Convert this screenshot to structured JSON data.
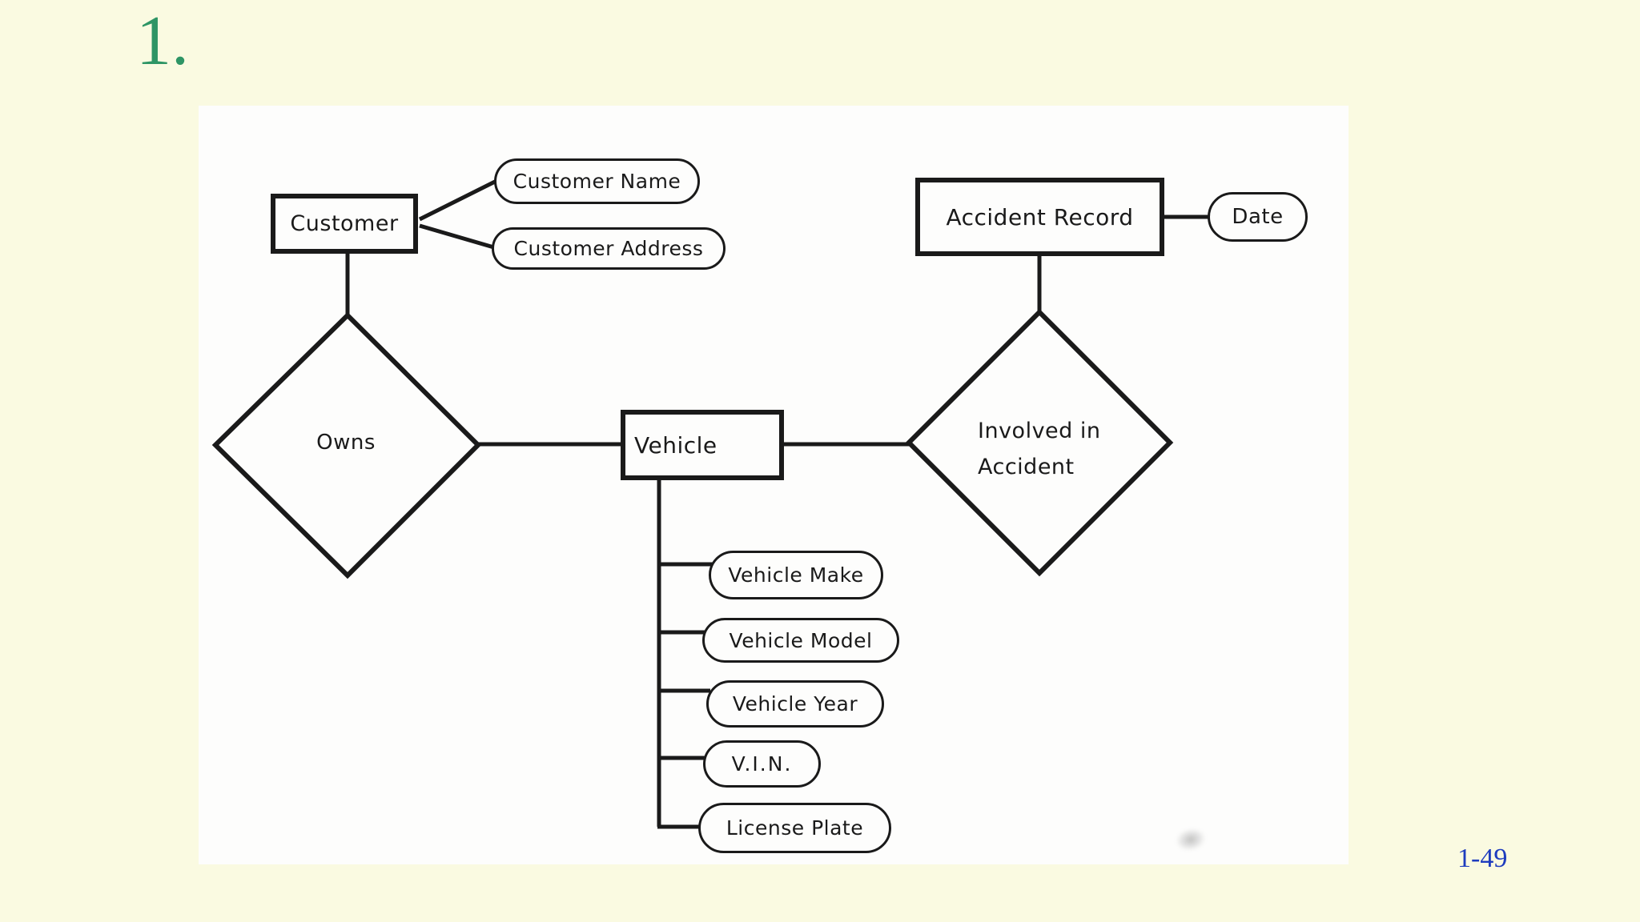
{
  "slide": {
    "number_label": "1.",
    "page_number": "1-49"
  },
  "colors": {
    "background": "#FAFAE1",
    "canvas": "#FDFDFC",
    "ink": "#1A1A1A",
    "slide_number_green": "#2E9565",
    "page_number_blue": "#1E3CBE"
  },
  "diagram": {
    "type": "entity-relationship",
    "entities": [
      {
        "label": "Customer"
      },
      {
        "label": "Vehicle"
      },
      {
        "label": "Accident Record"
      }
    ],
    "relationships": [
      {
        "label": "Owns",
        "between": [
          "Customer",
          "Vehicle"
        ]
      },
      {
        "label": "Involved in Accident",
        "label_line1": "Involved in",
        "label_line2": "Accident",
        "between": [
          "Vehicle",
          "Accident Record"
        ]
      }
    ],
    "attributes": [
      {
        "label": "Customer Name",
        "of": "Customer"
      },
      {
        "label": "Customer Address",
        "of": "Customer"
      },
      {
        "label": "Date",
        "of": "Accident Record"
      },
      {
        "label": "Vehicle Make",
        "of": "Vehicle"
      },
      {
        "label": "Vehicle Model",
        "of": "Vehicle"
      },
      {
        "label": "Vehicle Year",
        "of": "Vehicle"
      },
      {
        "label": "V.I.N.",
        "of": "Vehicle"
      },
      {
        "label": "License Plate",
        "of": "Vehicle"
      }
    ]
  }
}
